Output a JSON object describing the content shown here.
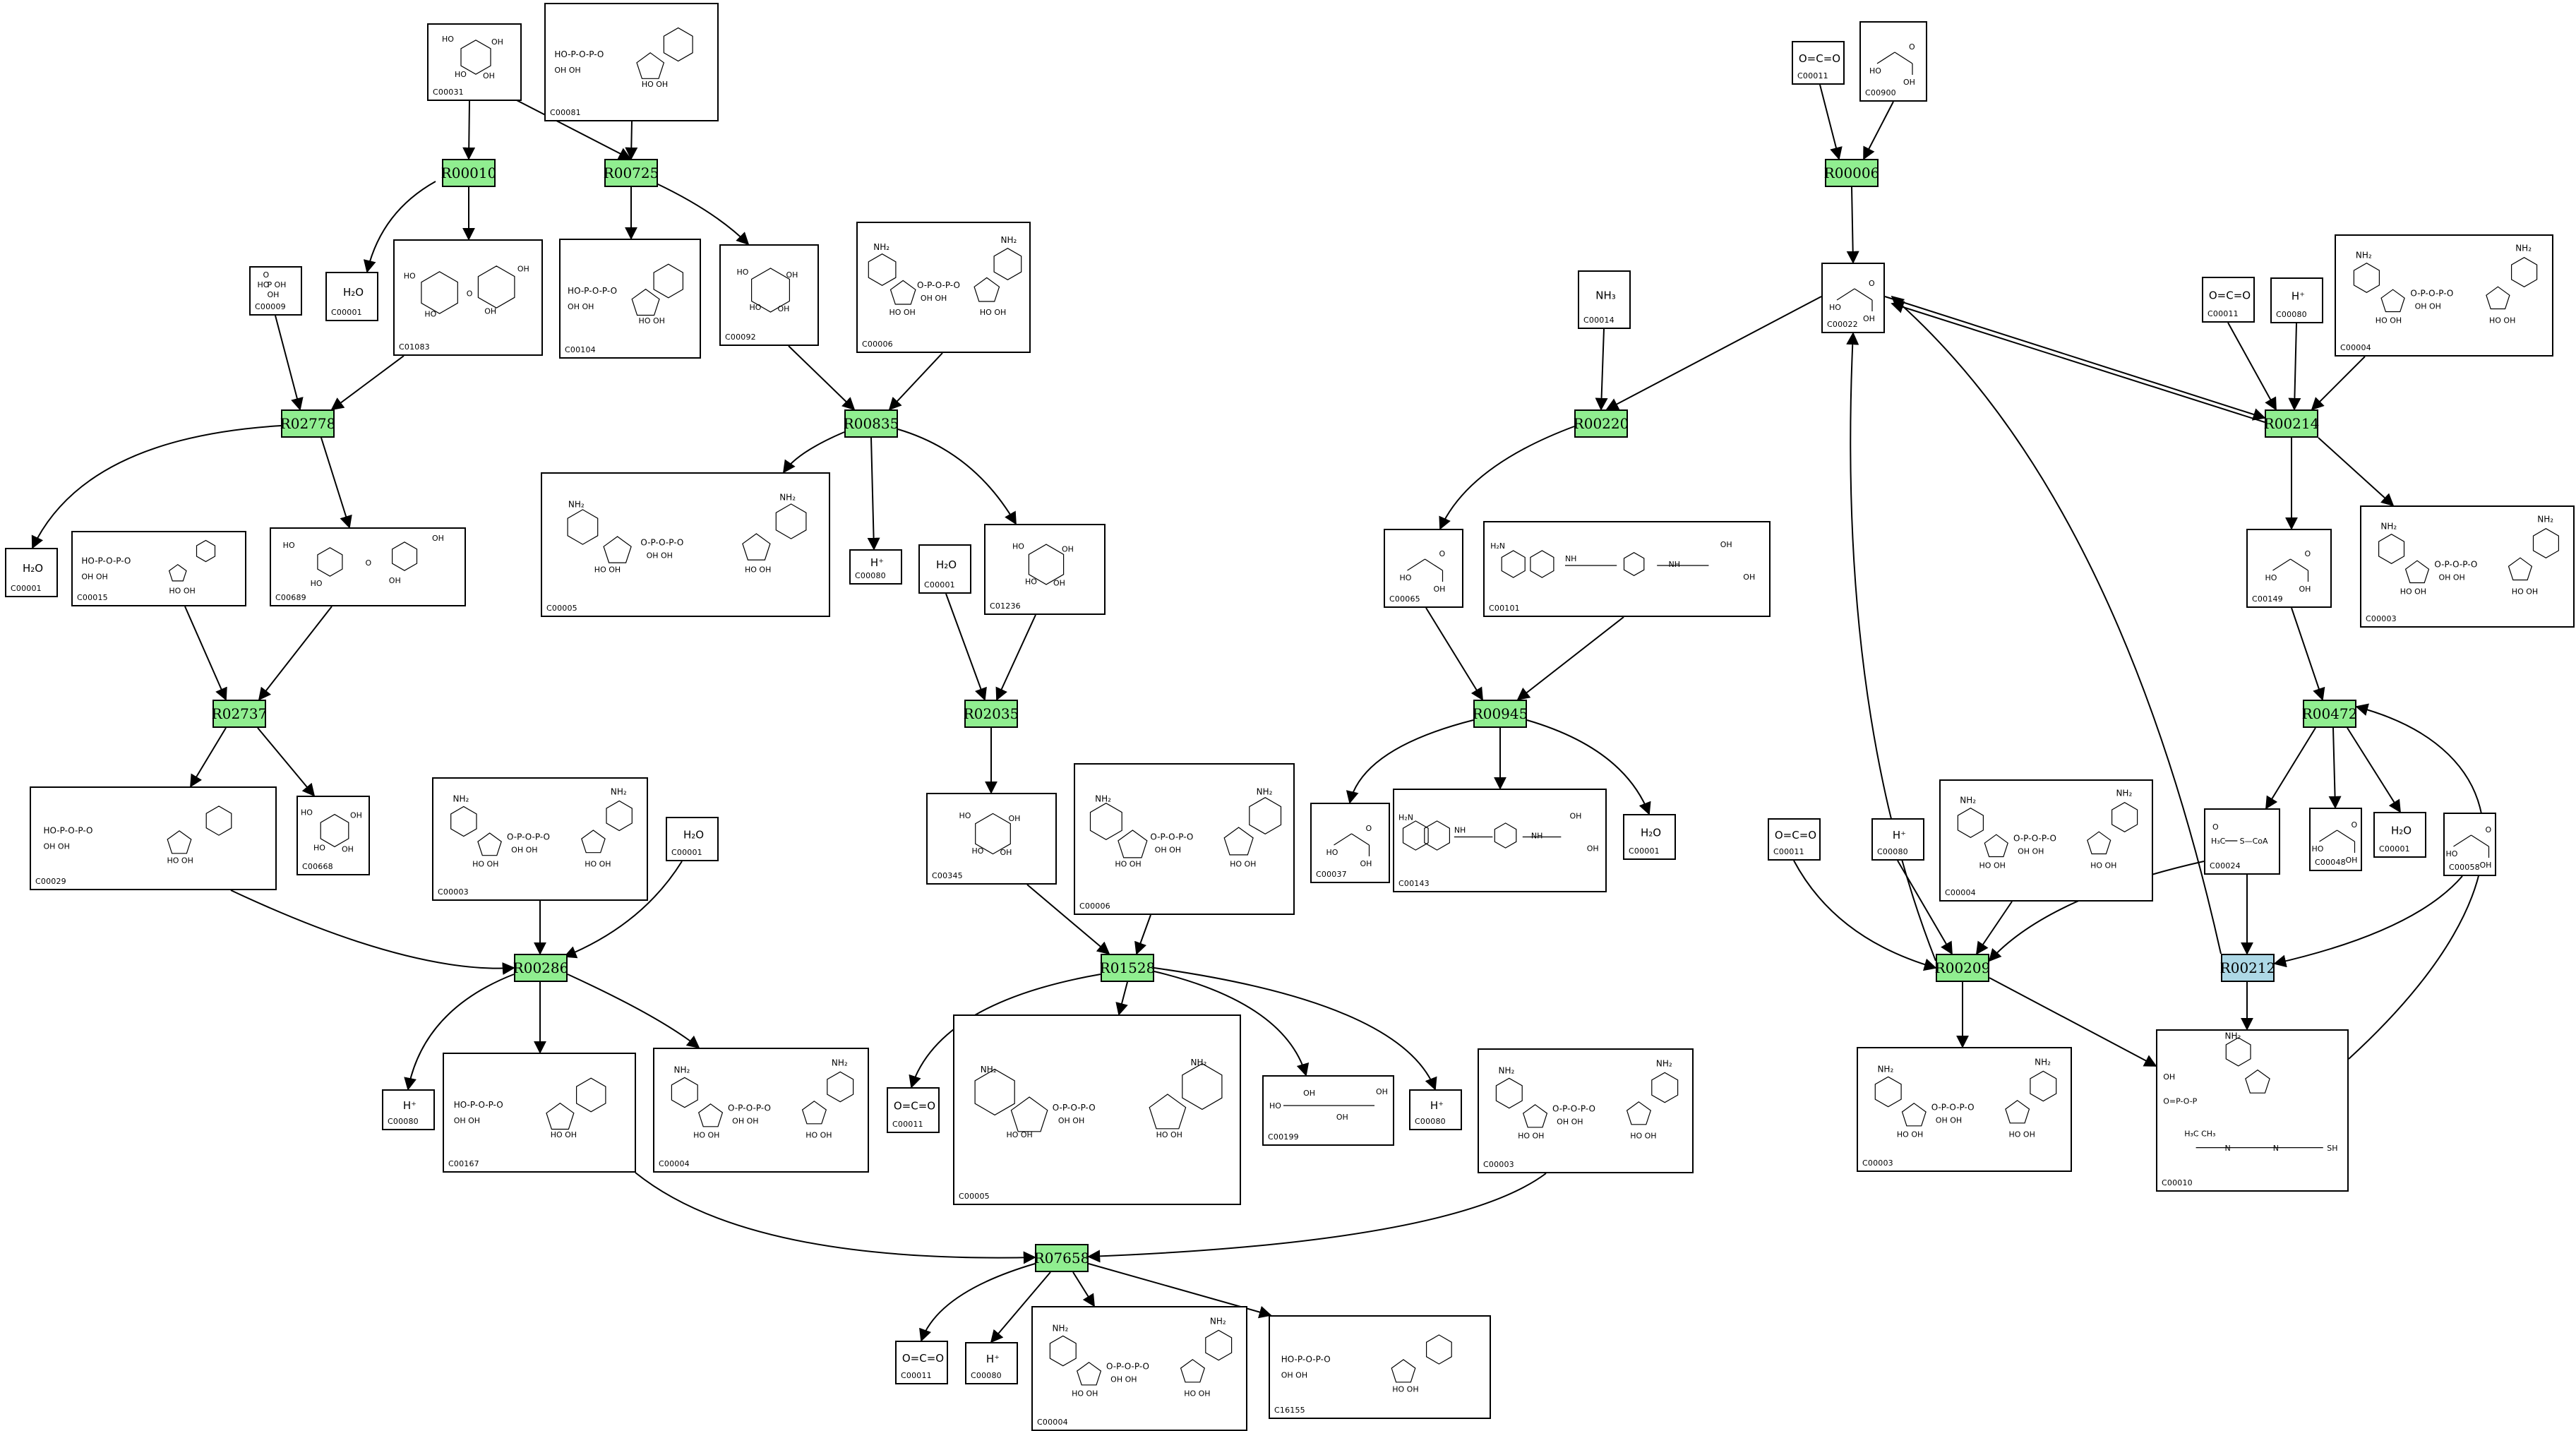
{
  "colors": {
    "reaction": "#90ee90",
    "reaction_alt": "#add8e6",
    "border": "#000000",
    "background": "#ffffff"
  },
  "reactions": [
    {
      "id": "R00010",
      "label": "R00010",
      "style": "green"
    },
    {
      "id": "R00725",
      "label": "R00725",
      "style": "green"
    },
    {
      "id": "R02778",
      "label": "R02778",
      "style": "green"
    },
    {
      "id": "R00835",
      "label": "R00835",
      "style": "green"
    },
    {
      "id": "R02737",
      "label": "R02737",
      "style": "green"
    },
    {
      "id": "R02035",
      "label": "R02035",
      "style": "green"
    },
    {
      "id": "R00286",
      "label": "R00286",
      "style": "green"
    },
    {
      "id": "R01528",
      "label": "R01528",
      "style": "green"
    },
    {
      "id": "R07658",
      "label": "R07658",
      "style": "green"
    },
    {
      "id": "R00006",
      "label": "R00006",
      "style": "green"
    },
    {
      "id": "R00220",
      "label": "R00220",
      "style": "green"
    },
    {
      "id": "R00214",
      "label": "R00214",
      "style": "green"
    },
    {
      "id": "R00945",
      "label": "R00945",
      "style": "green"
    },
    {
      "id": "R00472",
      "label": "R00472",
      "style": "green"
    },
    {
      "id": "R00209",
      "label": "R00209",
      "style": "green"
    },
    {
      "id": "R00212",
      "label": "R00212",
      "style": "blue"
    }
  ],
  "compounds": [
    {
      "key": "c1",
      "id": "C00031",
      "kind": "sugar"
    },
    {
      "key": "c2",
      "id": "C00081",
      "kind": "nucleotide"
    },
    {
      "key": "c3",
      "id": "C00001",
      "kind": "water",
      "text": "H₂O"
    },
    {
      "key": "c4",
      "id": "C01083",
      "kind": "disaccharide"
    },
    {
      "key": "c5",
      "id": "C00009",
      "kind": "phosphate"
    },
    {
      "key": "c6",
      "id": "C00104",
      "kind": "nucleotide"
    },
    {
      "key": "c7",
      "id": "C00092",
      "kind": "sugar"
    },
    {
      "key": "c8",
      "id": "C00006",
      "kind": "cofactor"
    },
    {
      "key": "c9",
      "id": "C00001",
      "kind": "water",
      "text": "H₂O"
    },
    {
      "key": "c10",
      "id": "C00015",
      "kind": "nucleotide"
    },
    {
      "key": "c11",
      "id": "C00689",
      "kind": "disaccharide"
    },
    {
      "key": "c12",
      "id": "C00005",
      "kind": "cofactor"
    },
    {
      "key": "c13",
      "id": "C00080",
      "kind": "proton",
      "text": "H⁺"
    },
    {
      "key": "c14",
      "id": "C00001",
      "kind": "water",
      "text": "H₂O"
    },
    {
      "key": "c15",
      "id": "C01236",
      "kind": "sugar"
    },
    {
      "key": "c16",
      "id": "C00029",
      "kind": "nucleotide"
    },
    {
      "key": "c17",
      "id": "C00668",
      "kind": "sugar"
    },
    {
      "key": "c18",
      "id": "C00003",
      "kind": "cofactor"
    },
    {
      "key": "c19",
      "id": "C00001",
      "kind": "water",
      "text": "H₂O"
    },
    {
      "key": "c20",
      "id": "C00345",
      "kind": "sugar"
    },
    {
      "key": "c21",
      "id": "C00006",
      "kind": "cofactor"
    },
    {
      "key": "c22",
      "id": "C00080",
      "kind": "proton",
      "text": "H⁺"
    },
    {
      "key": "c23",
      "id": "C00167",
      "kind": "nucleotide"
    },
    {
      "key": "c24",
      "id": "C00004",
      "kind": "cofactor"
    },
    {
      "key": "c25",
      "id": "C00011",
      "kind": "co2",
      "text": "O=C=O"
    },
    {
      "key": "c26",
      "id": "C00005",
      "kind": "cofactor"
    },
    {
      "key": "c27",
      "id": "C00199",
      "kind": "chain"
    },
    {
      "key": "c28",
      "id": "C00080",
      "kind": "proton",
      "text": "H⁺"
    },
    {
      "key": "c29",
      "id": "C00003",
      "kind": "cofactor"
    },
    {
      "key": "c30",
      "id": "C00011",
      "kind": "co2",
      "text": "O=C=O"
    },
    {
      "key": "c31",
      "id": "C00080",
      "kind": "proton",
      "text": "H⁺"
    },
    {
      "key": "c32",
      "id": "C00004",
      "kind": "cofactor"
    },
    {
      "key": "c33",
      "id": "C16155",
      "kind": "nucleotide"
    },
    {
      "key": "c34",
      "id": "C00011",
      "kind": "co2",
      "text": "O=C=O"
    },
    {
      "key": "c35",
      "id": "C00900",
      "kind": "small"
    },
    {
      "key": "c36",
      "id": "C00022",
      "kind": "small"
    },
    {
      "key": "c37",
      "id": "C00014",
      "kind": "ammonia",
      "text": "NH₃"
    },
    {
      "key": "c38",
      "id": "C00011",
      "kind": "co2",
      "text": "O=C=O"
    },
    {
      "key": "c39",
      "id": "C00080",
      "kind": "proton",
      "text": "H⁺"
    },
    {
      "key": "c40",
      "id": "C00004",
      "kind": "cofactor"
    },
    {
      "key": "c41",
      "id": "C00065",
      "kind": "small"
    },
    {
      "key": "c42",
      "id": "C00101",
      "kind": "folate"
    },
    {
      "key": "c43",
      "id": "C00149",
      "kind": "small"
    },
    {
      "key": "c44",
      "id": "C00003",
      "kind": "cofactor"
    },
    {
      "key": "c45",
      "id": "C00037",
      "kind": "small"
    },
    {
      "key": "c46",
      "id": "C00143",
      "kind": "folate"
    },
    {
      "key": "c47",
      "id": "C00001",
      "kind": "water",
      "text": "H₂O"
    },
    {
      "key": "c48",
      "id": "C00024",
      "kind": "acetyl",
      "text": "S—CoA"
    },
    {
      "key": "c49",
      "id": "C00048",
      "kind": "small"
    },
    {
      "key": "c50",
      "id": "C00001",
      "kind": "water",
      "text": "H₂O"
    },
    {
      "key": "c51",
      "id": "C00058",
      "kind": "small"
    },
    {
      "key": "c52",
      "id": "C00011",
      "kind": "co2",
      "text": "O=C=O"
    },
    {
      "key": "c53",
      "id": "C00080",
      "kind": "proton",
      "text": "H⁺"
    },
    {
      "key": "c54",
      "id": "C00004",
      "kind": "cofactor"
    },
    {
      "key": "c55",
      "id": "C00003",
      "kind": "cofactor"
    },
    {
      "key": "c56",
      "id": "C00010",
      "kind": "coa"
    }
  ]
}
